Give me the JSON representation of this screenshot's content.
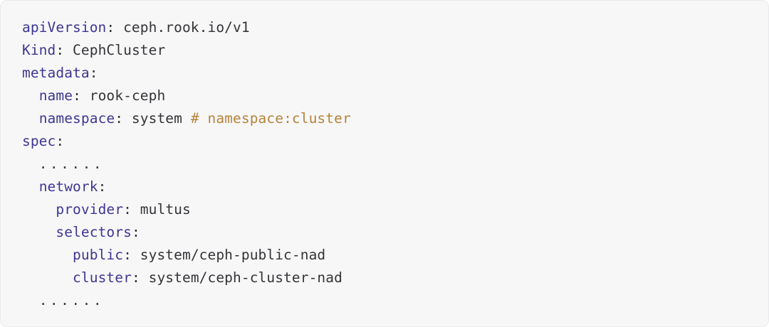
{
  "card": {
    "kind": "code-block",
    "language": "yaml",
    "background": "#f7f7f8",
    "border_color": "#e9e9ec",
    "colors": {
      "key": "#3f3691",
      "value": "#343438",
      "punctuation": "#2f2f34",
      "comment": "#b5843a"
    }
  },
  "code": {
    "lines": [
      {
        "id": "line-apiversion",
        "indent": "",
        "key": "apiVersion",
        "colon": ":",
        "value": "ceph.rook.io/v1",
        "comment": ""
      },
      {
        "id": "line-kind",
        "indent": "",
        "key": "Kind",
        "colon": ":",
        "value": "CephCluster",
        "comment": ""
      },
      {
        "id": "line-metadata",
        "indent": "",
        "key": "metadata",
        "colon": ":",
        "value": "",
        "comment": ""
      },
      {
        "id": "line-name",
        "indent": "  ",
        "key": "name",
        "colon": ":",
        "value": "rook-ceph",
        "comment": ""
      },
      {
        "id": "line-namespace",
        "indent": "  ",
        "key": "namespace",
        "colon": ":",
        "value": "system",
        "comment": "# namespace:cluster"
      },
      {
        "id": "line-spec",
        "indent": "",
        "key": "spec",
        "colon": ":",
        "value": "",
        "comment": ""
      },
      {
        "id": "line-ellipsis-1",
        "indent": "  ",
        "ellipsis": "......"
      },
      {
        "id": "line-network",
        "indent": "  ",
        "key": "network",
        "colon": ":",
        "value": "",
        "comment": ""
      },
      {
        "id": "line-provider",
        "indent": "    ",
        "key": "provider",
        "colon": ":",
        "value": "multus",
        "comment": ""
      },
      {
        "id": "line-selectors",
        "indent": "    ",
        "key": "selectors",
        "colon": ":",
        "value": "",
        "comment": ""
      },
      {
        "id": "line-public",
        "indent": "      ",
        "key": "public",
        "colon": ":",
        "value": "system/ceph-public-nad",
        "comment": ""
      },
      {
        "id": "line-cluster",
        "indent": "      ",
        "key": "cluster",
        "colon": ":",
        "value": "system/ceph-cluster-nad",
        "comment": ""
      },
      {
        "id": "line-ellipsis-2",
        "indent": "  ",
        "ellipsis": "......"
      }
    ]
  }
}
